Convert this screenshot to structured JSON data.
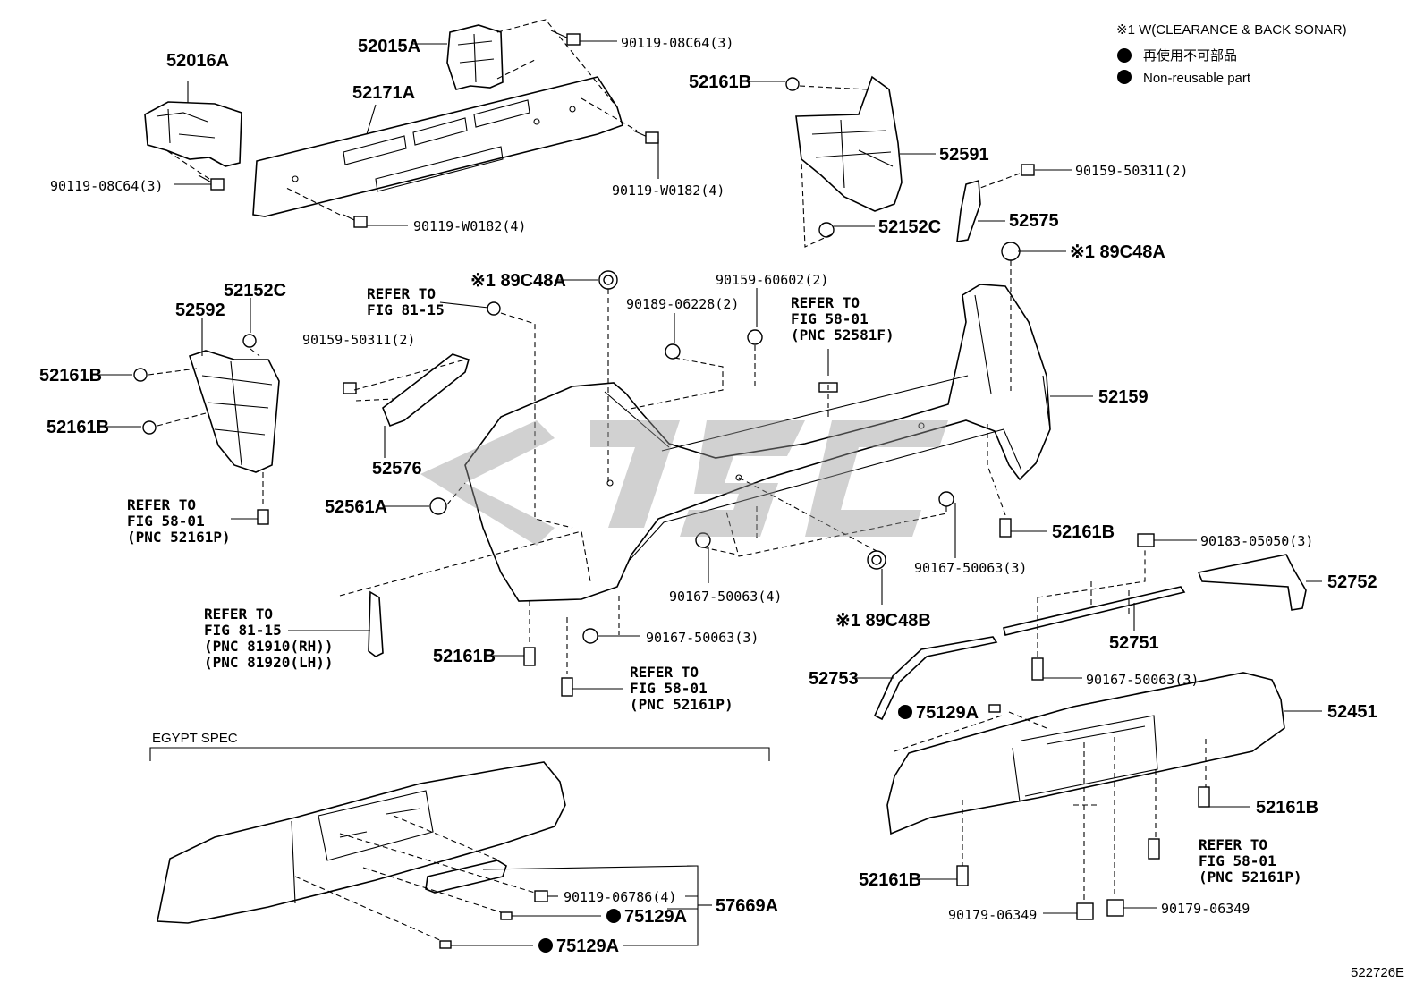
{
  "notes": {
    "clearance": "※1 W(CLEARANCE & BACK SONAR)",
    "non_reusable_jp": "再使用不可部品",
    "non_reusable_en": "Non-reusable part"
  },
  "section": {
    "egypt_spec": "EGYPT SPEC"
  },
  "figure_id": "522726E",
  "labels": {
    "p52016A": "52016A",
    "p52015A": "52015A",
    "p52171A": "52171A",
    "f90119_08C64_top": "90119-08C64(3)",
    "f90119_08C64_left": "90119-08C64(3)",
    "f90119_W0182_right": "90119-W0182(4)",
    "f90119_W0182_bottom": "90119-W0182(4)",
    "p52161B_top": "52161B",
    "p52591": "52591",
    "f90159_50311_right": "90159-50311(2)",
    "p52575": "52575",
    "p52152C_right": "52152C",
    "c89C48A_right": "※1 89C48A",
    "c89C48A_mid": "※1 89C48A",
    "p52152C_left": "52152C",
    "p52592": "52592",
    "p52161B_l1": "52161B",
    "p52161B_l2": "52161B",
    "f90159_50311_left": "90159-50311(2)",
    "f90189_06228": "90189-06228(2)",
    "f90159_60602": "90159-60602(2)",
    "p52576": "52576",
    "p52561A": "52561A",
    "p52159": "52159",
    "p52161B_mid_right": "52161B",
    "f90183_05050": "90183-05050(3)",
    "p52752": "52752",
    "f90167_50063_a": "90167-50063(3)",
    "f90167_50063_b": "90167-50063(4)",
    "c89C48B": "※1 89C48B",
    "p52751": "52751",
    "p52161B_mid": "52161B",
    "f90167_50063_c": "90167-50063(3)",
    "f90167_50063_d": "90167-50063(3)",
    "p52753": "52753",
    "p75129A_right": "75129A",
    "p52451": "52451",
    "p52161B_r1": "52161B",
    "p52161B_r2": "52161B",
    "f90179_06349_a": "90179-06349",
    "f90179_06349_b": "90179-06349",
    "f90119_06786": "90119-06786(4)",
    "p57669A": "57669A",
    "p75129A_e1": "75129A",
    "p75129A_e2": "75129A"
  },
  "refs": {
    "r1": [
      "REFER TO",
      "FIG 81-15"
    ],
    "r2": [
      "REFER TO",
      "FIG 58-01",
      "(PNC 52581F)"
    ],
    "r3": [
      "REFER TO",
      "FIG 58-01",
      "(PNC 52161P)"
    ],
    "r4": [
      "REFER TO",
      "FIG 81-15",
      "(PNC 81910(RH))",
      "(PNC 81920(LH))"
    ],
    "r5": [
      "REFER TO",
      "FIG 58-01",
      "(PNC 52161P)"
    ],
    "r6": [
      "REFER TO",
      "FIG 58-01",
      "(PNC 52161P)"
    ]
  },
  "watermark": {
    "color": "#9a9a9a"
  }
}
